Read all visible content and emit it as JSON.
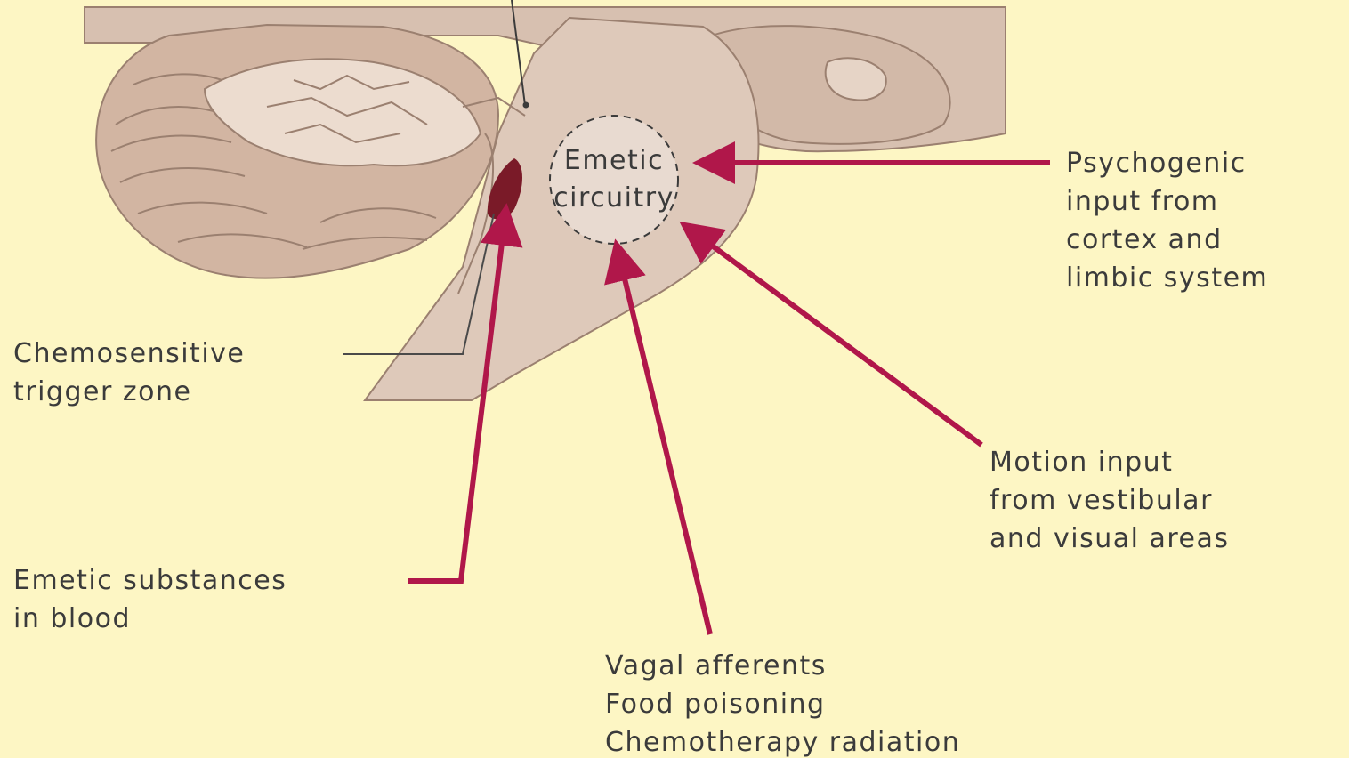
{
  "colors": {
    "background": "#fdf6c4",
    "brain_tissue": "#d7c0b0",
    "brain_lines": "#9b8070",
    "arrow": "#b0174a",
    "trigger_zone": "#7a1a28",
    "text": "#3b3b3b"
  },
  "center": {
    "line1": "Emetic",
    "line2": "circuitry"
  },
  "labels": {
    "psychogenic": {
      "line1": "Psychogenic",
      "line2": "input from",
      "line3": "cortex and",
      "line4": "limbic system"
    },
    "chemosensitive": {
      "line1": "Chemosensitive",
      "line2": "trigger zone"
    },
    "motion": {
      "line1": "Motion input",
      "line2": "from vestibular",
      "line3": "and visual areas"
    },
    "emetic_substances": {
      "line1": "Emetic substances",
      "line2": "in blood"
    },
    "vagal": {
      "line1": "Vagal afferents",
      "line2": "Food poisoning",
      "line3": "Chemotherapy radiation"
    }
  }
}
